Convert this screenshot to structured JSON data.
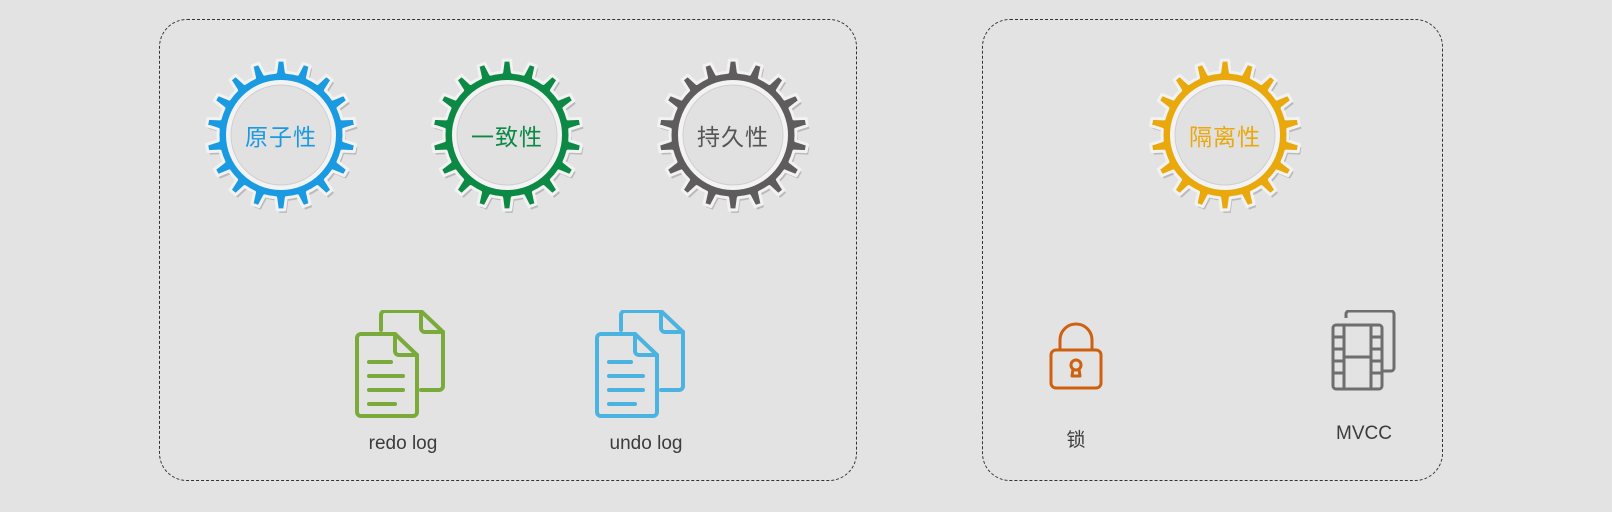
{
  "left_group": {
    "gears": [
      {
        "label": "原子性",
        "color": "#1a9ae0",
        "text_color": "#1a9ae0"
      },
      {
        "label": "一致性",
        "color": "#0c8a45",
        "text_color": "#0c8a45"
      },
      {
        "label": "持久性",
        "color": "#5f5c5d",
        "text_color": "#555555"
      }
    ],
    "logs": [
      {
        "caption": "redo log",
        "icon": "documents-icon",
        "color": "#7aaa3a"
      },
      {
        "caption": "undo log",
        "icon": "documents-icon",
        "color": "#4ab3e0"
      }
    ]
  },
  "right_group": {
    "gear": {
      "label": "隔离性",
      "color": "#e9a80c",
      "text_color": "#e9a80c"
    },
    "mechanisms": [
      {
        "caption": "锁",
        "icon": "lock-icon",
        "color": "#cf6010"
      },
      {
        "caption": "MVCC",
        "icon": "film-copy-icon",
        "color": "#6e6e6e"
      }
    ]
  }
}
